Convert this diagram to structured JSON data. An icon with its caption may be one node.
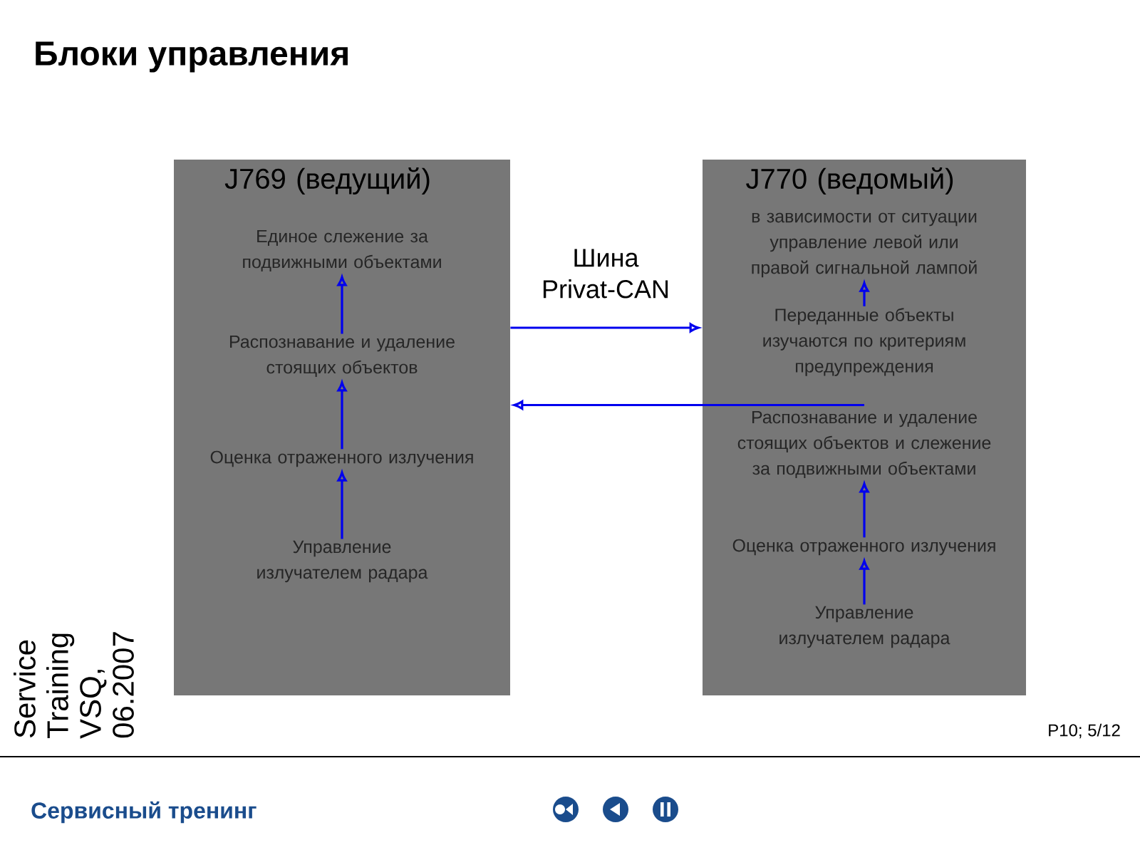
{
  "diagram": {
    "title": "Блоки управления",
    "nodes": [
      {
        "text": [
          "J769 (ведущий)"
        ]
      },
      {
        "text": [
          "Единое слежение за подвижными объектами"
        ],
        "in": 0
      },
      {
        "text": [
          "Распознавание и удаление стоящих объектов"
        ],
        "in": 0
      },
      {
        "text": [
          "Оценка отраженного излучения"
        ],
        "in": 0
      },
      {
        "text": [
          "Управление излучателем радара"
        ],
        "in": 0
      },
      {
        "text": [
          "J770 (ведомый)"
        ]
      },
      {
        "text": [
          "в зависимости от ситуации управление левой или правой сигнальной лампой"
        ],
        "in": 5
      },
      {
        "text": [
          "Переданные объекты изучаются по критериям предупреждения"
        ],
        "in": 5
      },
      {
        "text": [
          "Распознавание и удаление стоящих объектов и слежение за подвижными объектами"
        ],
        "in": 5
      },
      {
        "text": [
          "Оценка отраженного излучения"
        ],
        "in": 5
      },
      {
        "text": [
          "Управление излучателем радара"
        ],
        "in": 5
      }
    ],
    "edges": [
      {
        "from": 4,
        "to": 3,
        "arrow": "to"
      },
      {
        "from": 3,
        "to": 2,
        "arrow": "to"
      },
      {
        "from": 2,
        "to": 1,
        "arrow": "to"
      },
      {
        "from": 10,
        "to": 9,
        "arrow": "to"
      },
      {
        "from": 9,
        "to": 8,
        "arrow": "to"
      },
      {
        "from": 7,
        "to": 6,
        "arrow": "to"
      },
      {
        "from": 0,
        "to": 5,
        "arrow": "to",
        "label": "Шина Privat-CAN"
      },
      {
        "from": 8,
        "to": 0,
        "arrow": "to"
      }
    ],
    "labels": [
      "Service Training VSQ, 06.2007",
      "P10; 5/12",
      "Сервисный тренинг"
    ]
  }
}
